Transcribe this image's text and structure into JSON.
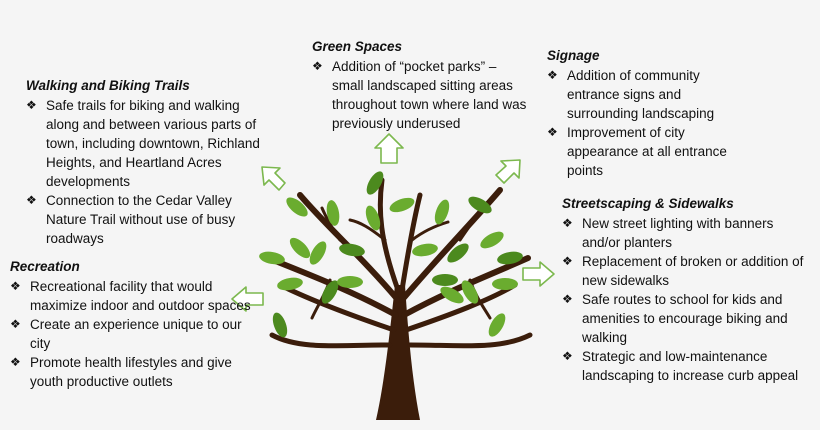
{
  "bullet_glyph": "❖",
  "colors": {
    "background": "#f5f5f5",
    "trunk": "#3b1d0b",
    "leaf": "#6aac2f",
    "leaf_dark": "#4c8a1e",
    "arrow_fill": "#ffffff",
    "arrow_stroke": "#7cb84e"
  },
  "sections": {
    "walking": {
      "title": "Walking and Biking Trails",
      "items": [
        "Safe trails for biking and walking along and between various parts of town, including downtown, Richland Heights, and Heartland Acres developments",
        "Connection to the Cedar Valley Nature Trail without use of busy roadways"
      ]
    },
    "recreation": {
      "title": "Recreation",
      "items": [
        "Recreational facility that would maximize indoor and outdoor spaces",
        "Create an experience unique to our city",
        "Promote health lifestyles and give youth productive outlets"
      ]
    },
    "green": {
      "title": "Green Spaces",
      "items": [
        "Addition of “pocket parks” – small landscaped sitting areas throughout town where land was previously underused"
      ]
    },
    "signage": {
      "title": "Signage",
      "items": [
        "Addition of community entrance signs and surrounding landscaping",
        "Improvement of city appearance at all entrance points"
      ]
    },
    "streetscaping": {
      "title": "Streetscaping & Sidewalks",
      "items": [
        "New street lighting with banners and/or planters",
        "Replacement of broken or addition of new sidewalks",
        "Safe routes to school for kids and amenities to encourage biking and walking",
        "Strategic and low-maintenance landscaping to increase curb appeal"
      ]
    }
  }
}
